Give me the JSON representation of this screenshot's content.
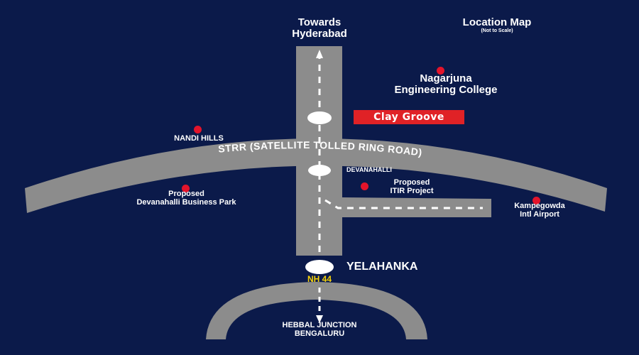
{
  "map": {
    "title": "Location Map",
    "subtitle": "(Not to Scale)",
    "towards": {
      "line1": "Towards",
      "line2": "Hyderabad"
    },
    "brand": "Clay Groove",
    "ring_road_label": "STRR (SATELLITE TOLLED RING ROAD)",
    "highway": "NH 44",
    "places": {
      "nagarjuna": {
        "line1": "Nagarjuna",
        "line2": "Engineering College"
      },
      "nandi_hills": "NANDI HILLS",
      "devanahalli": "DEVANAHALLI",
      "itir": {
        "line1": "Proposed",
        "line2": "ITIR Project"
      },
      "business_park": {
        "line1": "Proposed",
        "line2": "Devanahalli Business Park"
      },
      "airport": {
        "line1": "Kampegowda",
        "line2": "Intl Airport"
      },
      "yelahanka": "YELAHANKA",
      "hebbal": {
        "line1": "HEBBAL JUNCTION",
        "line2": "BENGALURU"
      }
    },
    "colors": {
      "background": "#0b1a4a",
      "road": "#8c8c8c",
      "marker": "#e3142b",
      "brand_box": "#e02226",
      "highway_label": "#f5d20a"
    }
  }
}
